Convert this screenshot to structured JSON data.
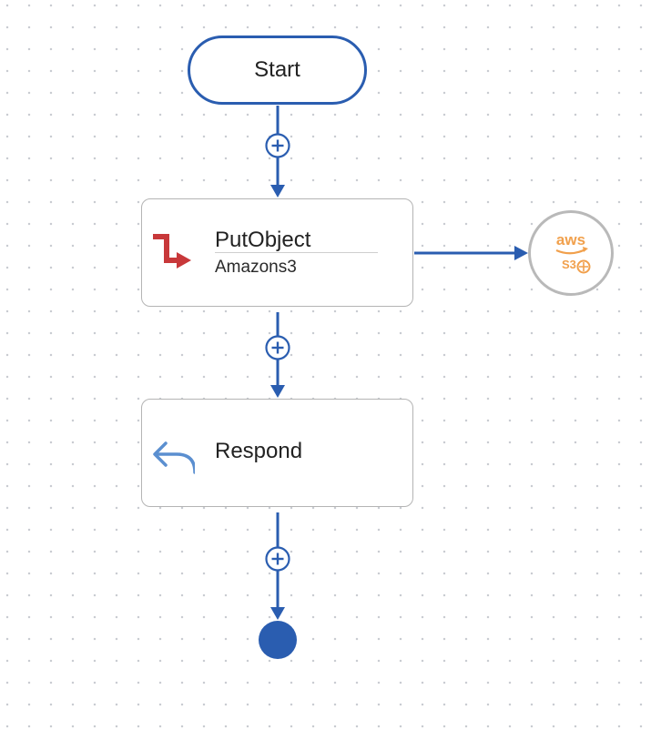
{
  "flow": {
    "start": {
      "label": "Start"
    },
    "steps": [
      {
        "title": "PutObject",
        "subtitle": "Amazons3",
        "icon": "action-arrow-icon"
      },
      {
        "title": "Respond",
        "icon": "reply-icon"
      }
    ],
    "connector_badge": {
      "icon": "aws-s3-icon",
      "text": "aws"
    },
    "add_step_icon": "plus-circle-icon",
    "end": {
      "icon": "end-circle"
    }
  },
  "colors": {
    "connector": "#2a5db0",
    "card_border": "#b4b4b4",
    "action_icon": "#c8383a",
    "reply_icon": "#5b8fd0",
    "aws_orange": "#f1a04c",
    "badge_border": "#b9b9b9"
  }
}
